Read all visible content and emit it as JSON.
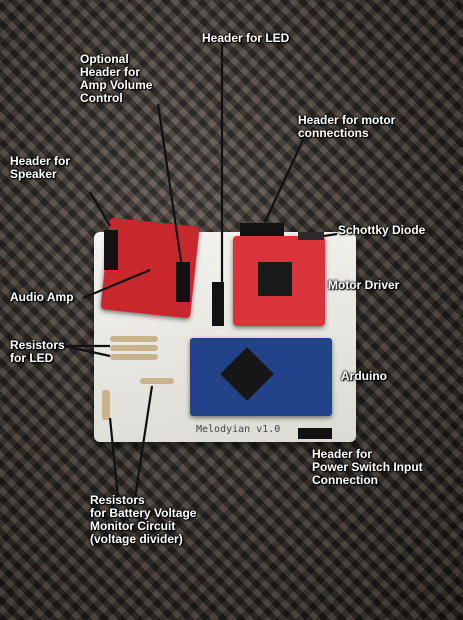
{
  "photo": {
    "silkscreen_text": "Melodyian v1.0"
  },
  "labels": {
    "header_led": "Header for LED",
    "optional_header": [
      "Optional",
      "Header for",
      "Amp Volume",
      "Control"
    ],
    "header_motor": [
      "Header for motor",
      "connections"
    ],
    "header_speaker": [
      "Header for",
      "Speaker"
    ],
    "schottky": "Schottky Diode",
    "motor_driver": "Motor Driver",
    "audio_amp": "Audio Amp",
    "resistors_led": [
      "Resistors",
      "for LED"
    ],
    "arduino": "Arduino",
    "header_power": [
      "Header for",
      "Power Switch Input",
      "Connection"
    ],
    "resistors_battery": [
      "Resistors",
      "for Battery Voltage",
      "Monitor Circuit",
      "(voltage divider)"
    ]
  },
  "colors": {
    "label_text": "#ffffff",
    "leader_line": "#111111",
    "pcb": "#e8e6e0",
    "amp_board": "#c8282c",
    "motor_board": "#d8343a",
    "arduino": "#22428a"
  }
}
